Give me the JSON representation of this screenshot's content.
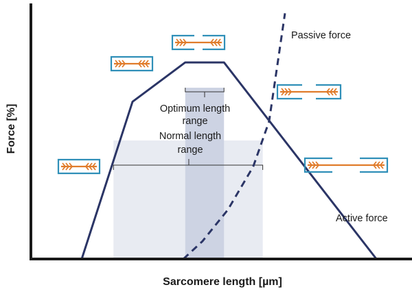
{
  "chart_data": {
    "type": "line",
    "xlabel": "Sarcomere length [µm]",
    "ylabel": "Force [%]",
    "grid": false,
    "x_ticks": [],
    "y_ticks": [],
    "series": [
      {
        "name": "Active force",
        "style": "solid",
        "color": "#2b3566",
        "points": [
          [
            0.08,
            0.0
          ],
          [
            0.16,
            0.8
          ],
          [
            0.243,
            1.0
          ],
          [
            0.304,
            1.0
          ],
          [
            0.544,
            0.0
          ]
        ]
      },
      {
        "name": "Passive force",
        "style": "dashed",
        "color": "#2b3566",
        "points": [
          [
            0.24,
            0.0
          ],
          [
            0.27,
            0.09
          ],
          [
            0.31,
            0.25
          ],
          [
            0.35,
            0.47
          ],
          [
            0.375,
            0.7
          ],
          [
            0.4,
            1.25
          ]
        ]
      }
    ],
    "ranges": [
      {
        "label": "Optimum length range",
        "x": [
          0.243,
          0.304
        ],
        "color": "#cdd3e3"
      },
      {
        "label": "Normal length range",
        "x": [
          0.13,
          0.365
        ],
        "color": "#e8ebf2"
      }
    ],
    "xlim": [
      0,
      0.6
    ],
    "ylim": [
      0,
      1.3
    ],
    "colors": {
      "line": "#2b3566",
      "filament": "#e07b2a",
      "z_disc": "#2f8fb8",
      "axis": "#1a1a1a"
    }
  },
  "annotations": {
    "passive_label": "Passive force",
    "active_label": "Active force",
    "optimum_label_line1": "Optimum length",
    "optimum_label_line2": "range",
    "normal_label_line1": "Normal length",
    "normal_label_line2": "range"
  },
  "sarcomere_icons": [
    {
      "name": "shortest",
      "overlap": "overlapped"
    },
    {
      "name": "short",
      "overlap": "partial"
    },
    {
      "name": "optimum",
      "overlap": "optimal"
    },
    {
      "name": "long",
      "overlap": "reduced"
    },
    {
      "name": "longest",
      "overlap": "minimal"
    }
  ]
}
